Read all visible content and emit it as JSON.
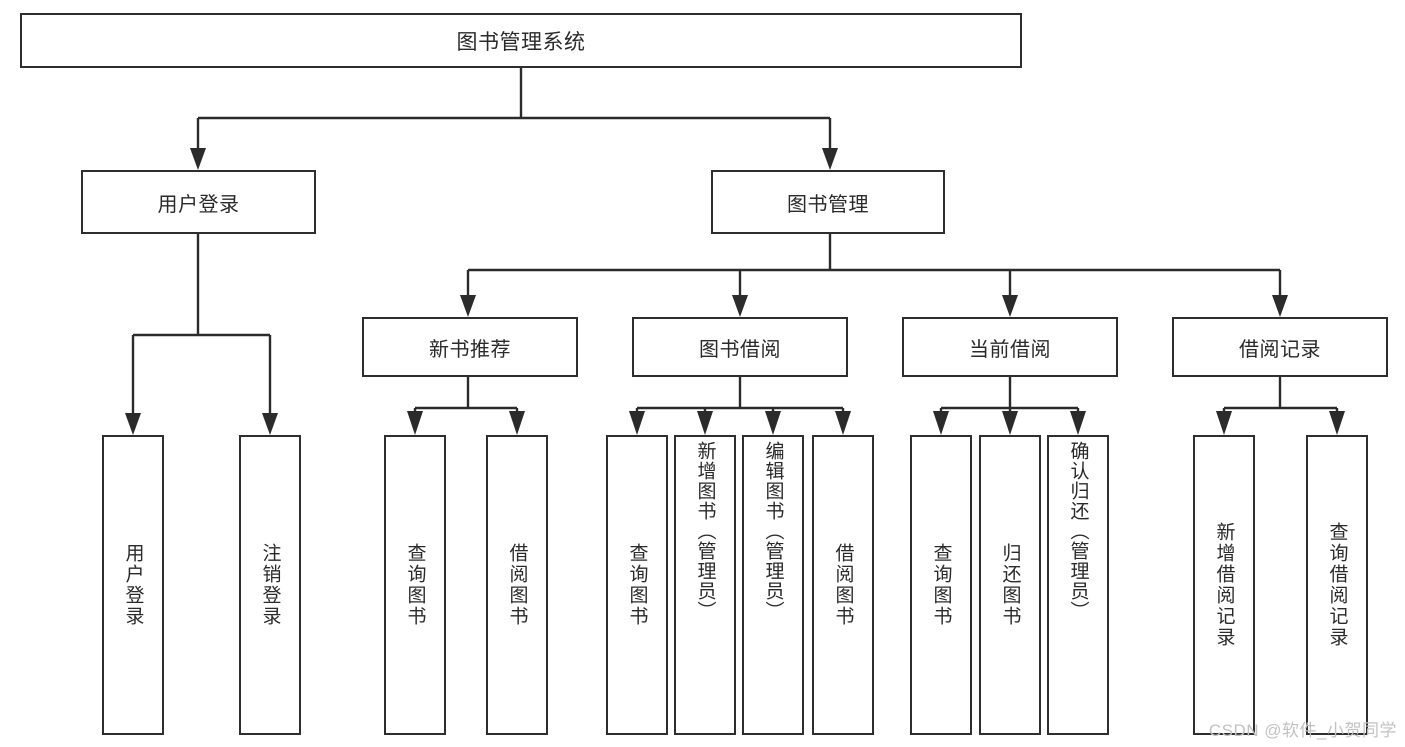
{
  "diagram": {
    "title": "图书管理系统",
    "type": "tree-hierarchy-chart",
    "watermark": "CSDN @软件_小贺同学",
    "colors": {
      "box_border": "#2e2e2e",
      "box_fill": "#ffffff",
      "text": "#2a2a2a",
      "connector": "#2b2b2b",
      "watermark": "#c2c2c2"
    },
    "root": {
      "label": "图书管理系统"
    },
    "level2": [
      {
        "label": "用户登录"
      },
      {
        "label": "图书管理"
      }
    ],
    "level3": [
      {
        "label": "新书推荐"
      },
      {
        "label": "图书借阅"
      },
      {
        "label": "当前借阅"
      },
      {
        "label": "借阅记录"
      }
    ],
    "leaves": {
      "user_login": [
        {
          "label": "用户登录"
        },
        {
          "label": "注销登录"
        }
      ],
      "new_book_recommend": [
        {
          "label": "查询图书"
        },
        {
          "label": "借阅图书"
        }
      ],
      "book_borrow": [
        {
          "label": "查询图书"
        },
        {
          "label": "新增图书（管理员）"
        },
        {
          "label": "编辑图书（管理员）"
        },
        {
          "label": "借阅图书"
        }
      ],
      "current_borrow": [
        {
          "label": "查询图书"
        },
        {
          "label": "归还图书"
        },
        {
          "label": "确认归还（管理员）"
        }
      ],
      "borrow_record": [
        {
          "label": "新增借阅记录"
        },
        {
          "label": "查询借阅记录"
        }
      ]
    }
  }
}
